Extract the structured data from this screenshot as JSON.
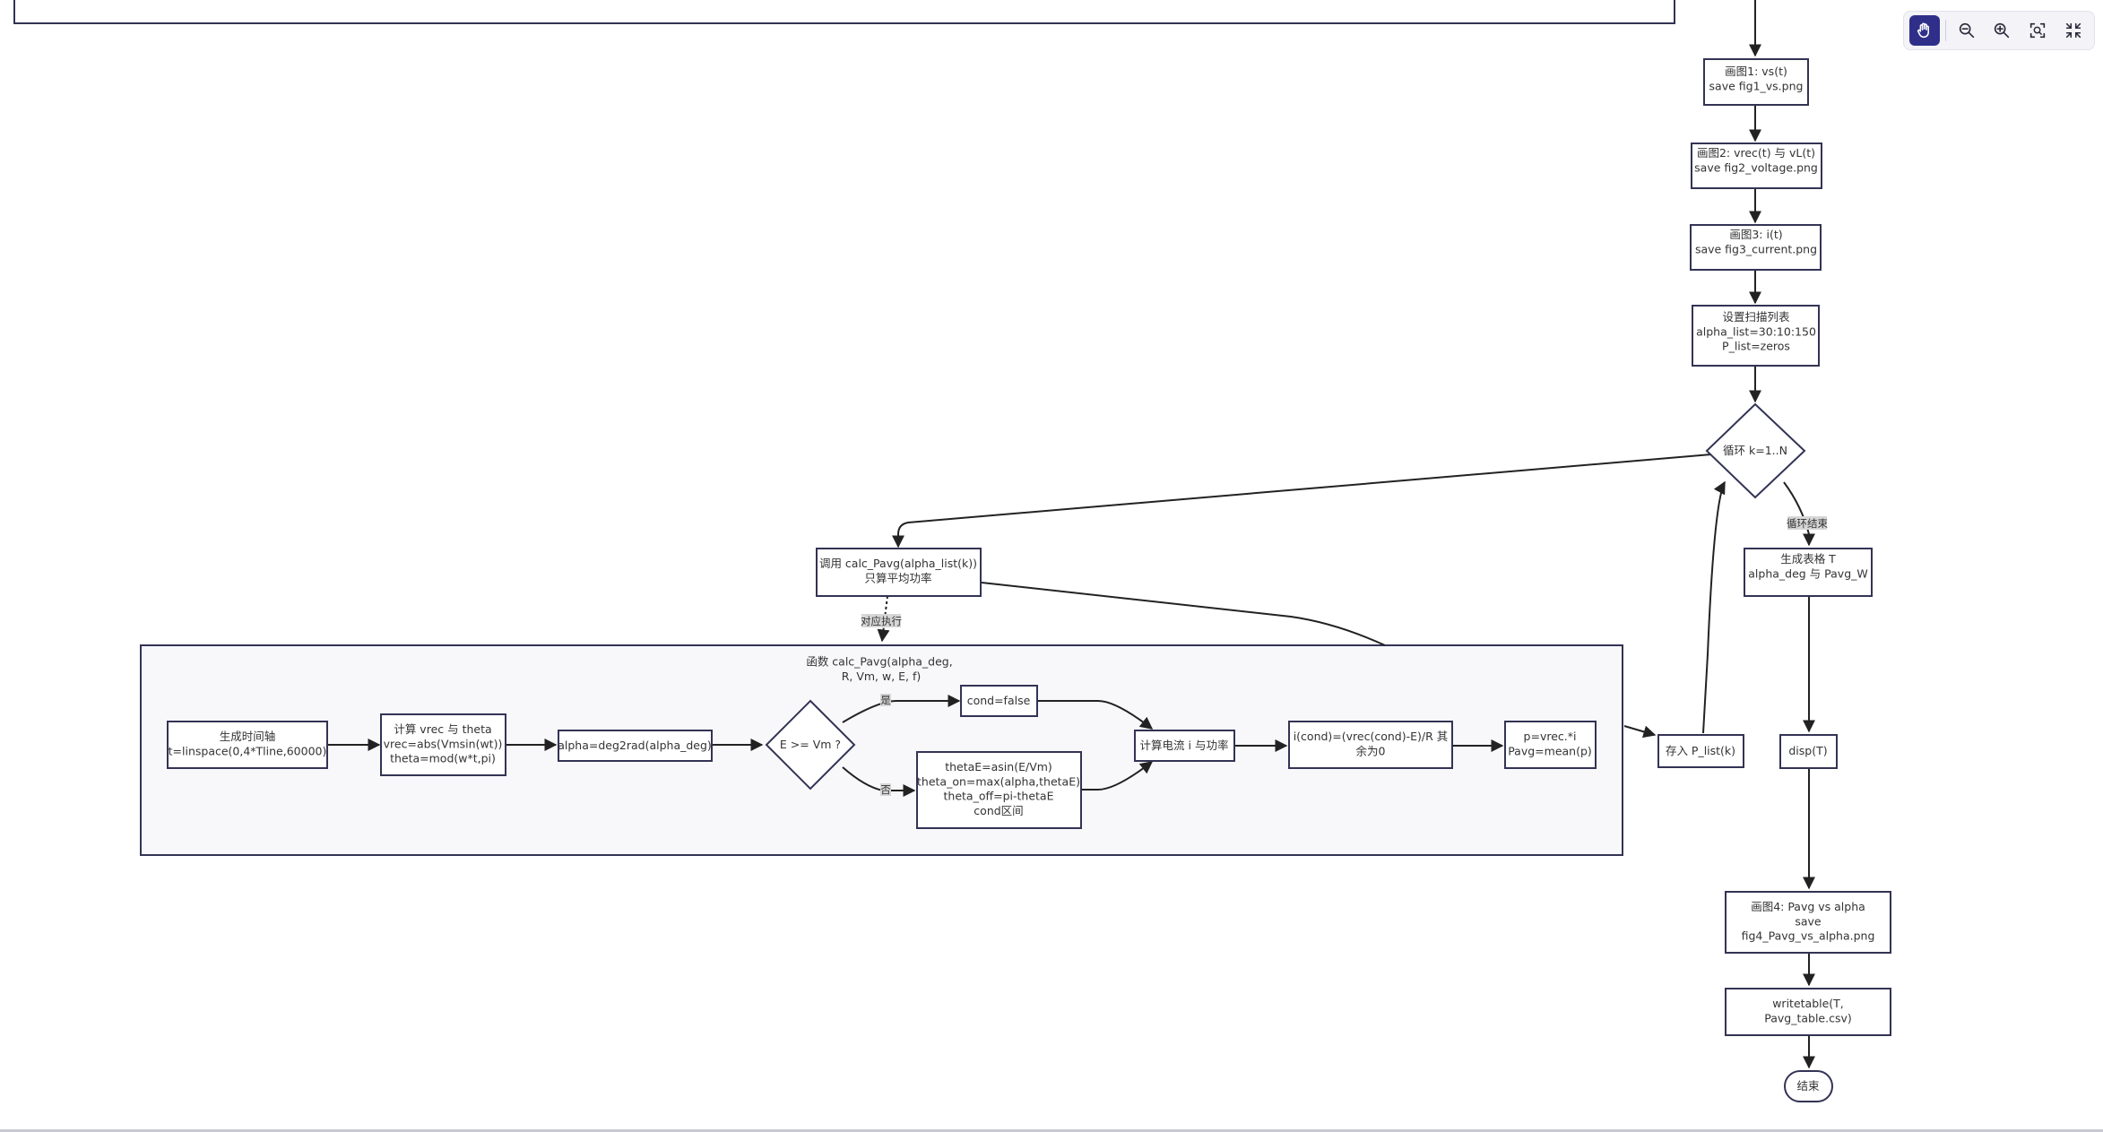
{
  "toolbar": {
    "tools": [
      {
        "name": "pan",
        "icon": "hand-icon",
        "active": true
      },
      {
        "name": "zoom-out",
        "icon": "zoom-out-icon"
      },
      {
        "name": "zoom-in",
        "icon": "zoom-in-icon"
      },
      {
        "name": "fit",
        "icon": "fit-view-icon"
      },
      {
        "name": "fullscreen-exit",
        "icon": "collapse-icon"
      }
    ]
  },
  "colors": {
    "accent": "#2f2f8a",
    "node_border": "#333355",
    "cluster_fill": "#f8f8fb",
    "edge_label_bg": "#d6d6d6"
  },
  "nodes": {
    "plot1": [
      "画图1: vs(t)",
      "save fig1_vs.png"
    ],
    "plot2": [
      "画图2: vrec(t) 与 vL(t)",
      "save fig2_voltage.png"
    ],
    "plot3": [
      "画图3: i(t)",
      "save fig3_current.png"
    ],
    "sweep": [
      "设置扫描列表",
      "alpha_list=30:10:150",
      "P_list=zeros"
    ],
    "loop": [
      "循环 k=1..N"
    ],
    "call": [
      "调用 calc_Pavg(alpha_list(k))",
      "只算平均功率"
    ],
    "table": [
      "生成表格 T",
      "alpha_deg 与 Pavg_W"
    ],
    "store": [
      "存入 P_list(k)"
    ],
    "disp": [
      "disp(T)"
    ],
    "plot4": [
      "画图4: Pavg vs alpha",
      "save",
      "fig4_Pavg_vs_alpha.png"
    ],
    "write": [
      "writetable(T,",
      "Pavg_table.csv)"
    ],
    "end": [
      "结束"
    ],
    "time": [
      "生成时间轴",
      "t=linspace(0,4*Tline,60000)"
    ],
    "vrec": [
      "计算 vrec 与 theta",
      "vrec=abs(Vmsin(wt))",
      "theta=mod(w*t,pi)"
    ],
    "alpha": [
      "alpha=deg2rad(alpha_deg)"
    ],
    "cond_q": [
      "E >= Vm ?"
    ],
    "cond_false": [
      "cond=false"
    ],
    "theta_calc": [
      "thetaE=asin(E/Vm)",
      "theta_on=max(alpha,thetaE)",
      "theta_off=pi-thetaE",
      "cond区间"
    ],
    "current": [
      "计算电流 i 与功率"
    ],
    "icond": [
      "i(cond)=(vrec(cond)-E)/R 其",
      "余为0"
    ],
    "pavg": [
      "p=vrec.*i",
      "Pavg=mean(p)"
    ]
  },
  "subgraph": {
    "title": [
      "函数 calc_Pavg(alpha_deg,",
      "R, Vm, w, E, f)"
    ]
  },
  "edge_labels": {
    "loop_end": "循环结束",
    "corresponds": "对应执行",
    "yes": "是",
    "no": "否"
  }
}
